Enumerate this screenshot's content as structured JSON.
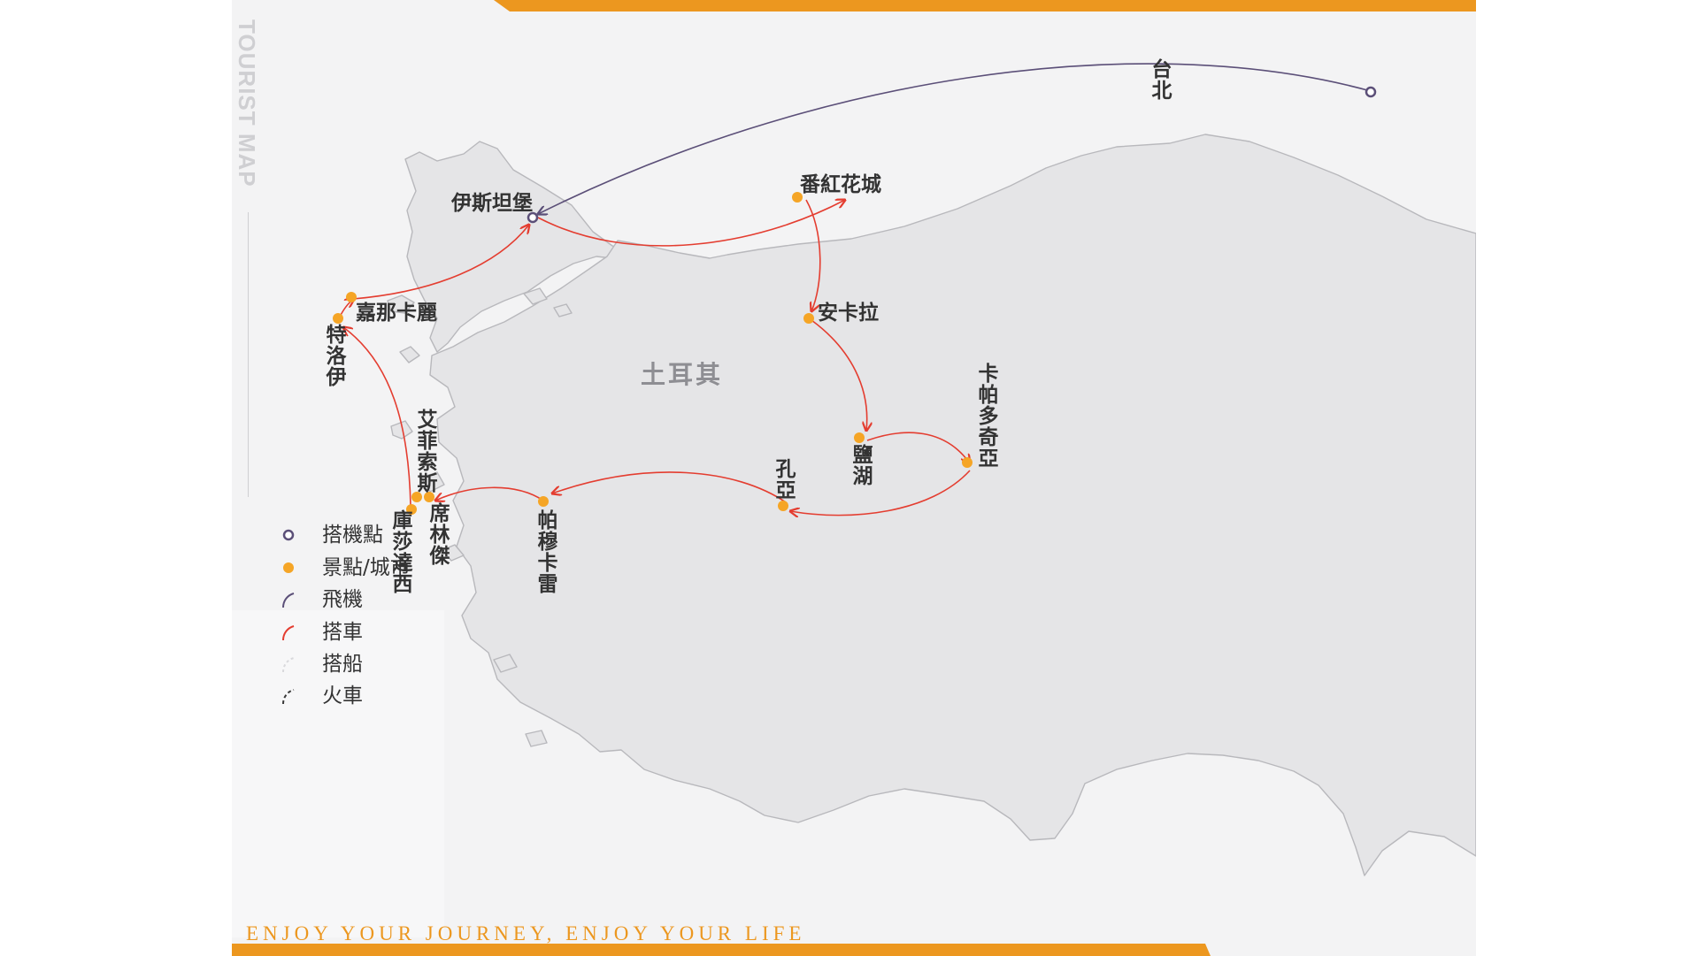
{
  "header": {
    "vertical_title": "TOURIST MAP"
  },
  "colors": {
    "accent": "#ec971f",
    "flight_route": "#5b4f78",
    "bus_route": "#e43d30",
    "boat_route": "#d9d9dc",
    "train_route": "#3a3a3a",
    "land": "#e5e5e7"
  },
  "map": {
    "country_label": "土耳其",
    "cities": [
      {
        "id": "taipei",
        "name": "台北",
        "kind": "airport"
      },
      {
        "id": "istanbul",
        "name": "伊斯坦堡",
        "kind": "airport"
      },
      {
        "id": "safranbolu",
        "name": "番紅花城",
        "kind": "city"
      },
      {
        "id": "ankara",
        "name": "安卡拉",
        "kind": "city"
      },
      {
        "id": "salt-lake",
        "name": "鹽湖",
        "kind": "city"
      },
      {
        "id": "cappadocia",
        "name": "卡帕多奇亞",
        "kind": "city"
      },
      {
        "id": "konya",
        "name": "孔亞",
        "kind": "city"
      },
      {
        "id": "pamukkale",
        "name": "帕穆卡雷",
        "kind": "city"
      },
      {
        "id": "ephesus",
        "name": "艾菲索斯",
        "kind": "city"
      },
      {
        "id": "sirince",
        "name": "席林傑",
        "kind": "city"
      },
      {
        "id": "kusadasi",
        "name": "庫莎達西",
        "kind": "city"
      },
      {
        "id": "troy",
        "name": "特洛伊",
        "kind": "city"
      },
      {
        "id": "canakkale",
        "name": "嘉那卡麗",
        "kind": "city"
      }
    ],
    "routes": [
      {
        "from": "taipei",
        "to": "istanbul",
        "mode": "flight"
      },
      {
        "from": "istanbul",
        "to": "safranbolu",
        "mode": "bus"
      },
      {
        "from": "safranbolu",
        "to": "ankara",
        "mode": "bus"
      },
      {
        "from": "ankara",
        "to": "salt-lake",
        "mode": "bus"
      },
      {
        "from": "salt-lake",
        "to": "cappadocia",
        "mode": "bus"
      },
      {
        "from": "cappadocia",
        "to": "konya",
        "mode": "bus"
      },
      {
        "from": "konya",
        "to": "pamukkale",
        "mode": "bus"
      },
      {
        "from": "pamukkale",
        "to": "sirince",
        "mode": "bus"
      },
      {
        "from": "kusadasi",
        "to": "troy",
        "mode": "bus"
      },
      {
        "from": "troy",
        "to": "canakkale",
        "mode": "bus"
      },
      {
        "from": "canakkale",
        "to": "istanbul",
        "mode": "bus"
      }
    ]
  },
  "legend": {
    "items": [
      {
        "id": "airport",
        "label": "搭機點",
        "icon": "hollow-circle-icon"
      },
      {
        "id": "city",
        "label": "景點/城市",
        "icon": "orange-dot-icon"
      },
      {
        "id": "flight",
        "label": "飛機",
        "icon": "flight-arc-icon"
      },
      {
        "id": "bus",
        "label": "搭車",
        "icon": "bus-arc-icon"
      },
      {
        "id": "boat",
        "label": "搭船",
        "icon": "boat-arc-icon"
      },
      {
        "id": "train",
        "label": "火車",
        "icon": "train-arc-icon"
      }
    ]
  },
  "footer": {
    "tagline": "ENJOY YOUR JOURNEY, ENJOY YOUR LIFE"
  }
}
